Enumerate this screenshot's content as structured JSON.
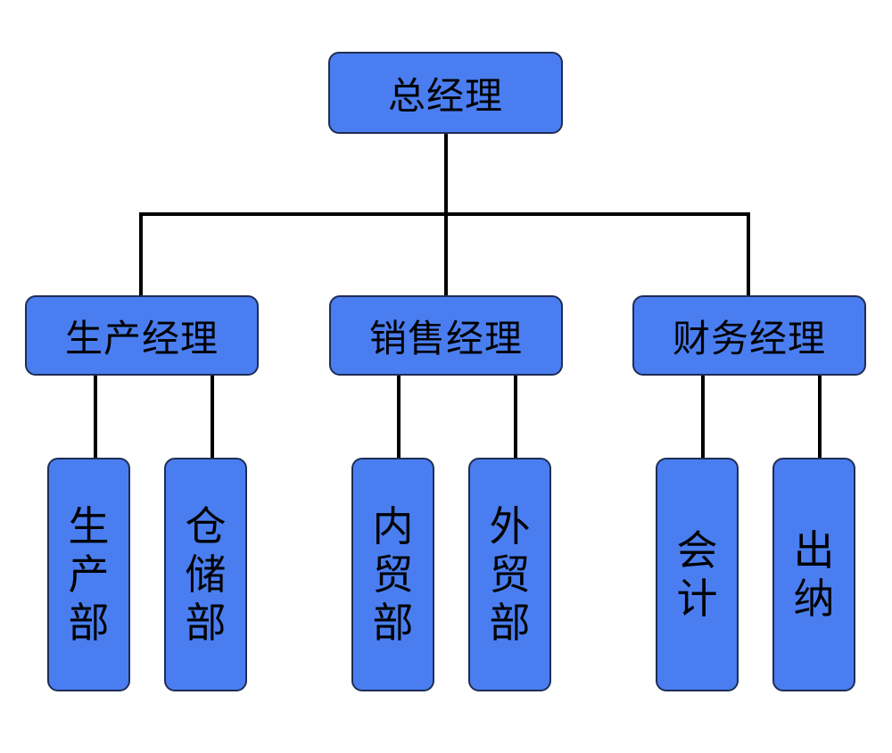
{
  "org_chart": {
    "top": {
      "label": "总经理"
    },
    "managers": [
      {
        "label": "生产经理",
        "departments": [
          {
            "label": "生\n产\n部"
          },
          {
            "label": "仓\n储\n部"
          }
        ]
      },
      {
        "label": "销售经理",
        "departments": [
          {
            "label": "内\n贸\n部"
          },
          {
            "label": "外\n贸\n部"
          }
        ]
      },
      {
        "label": "财务经理",
        "departments": [
          {
            "label": "会\n计"
          },
          {
            "label": "出\n纳"
          }
        ]
      }
    ]
  },
  "colors": {
    "box_fill": "#4a7ef0",
    "box_border": "#1f2d54",
    "connector": "#000000"
  }
}
